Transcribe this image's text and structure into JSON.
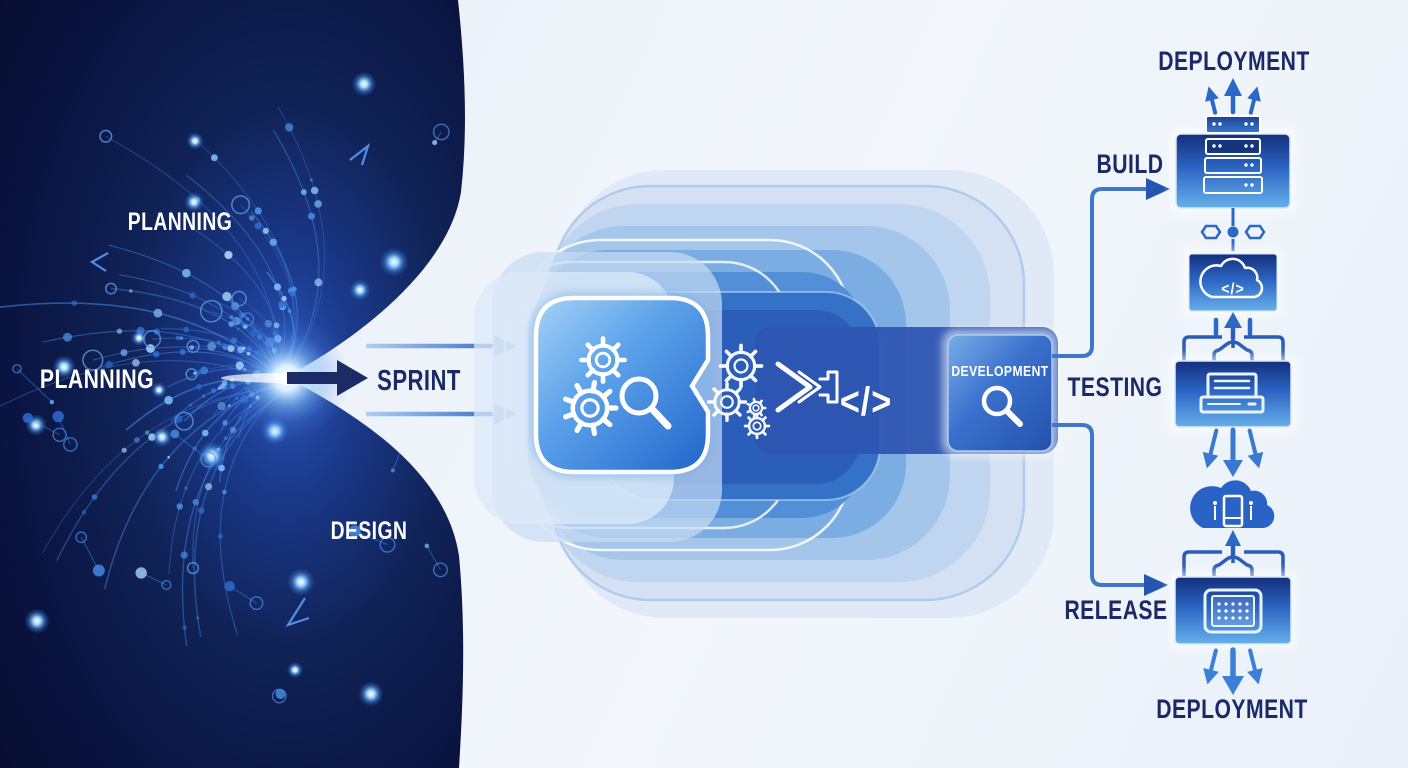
{
  "left_panel": {
    "planning_top": "PLANNING",
    "planning_mid": "PLANNING",
    "design": "DESIGN"
  },
  "flow": {
    "sprint": "SPRINT",
    "code_symbol": "</>",
    "development": "DEVELOPMENT"
  },
  "pipeline": {
    "deployment_top": "DEPLOYMENT",
    "build": "BUILD",
    "testing": "TESTING",
    "release": "RELEASE",
    "deployment_bottom": "DEPLOYMENT",
    "cloud_code_symbol": "</>"
  },
  "colors": {
    "panel_navy": "#0b1444",
    "label_navy": "#1b2a66",
    "accent_blue": "#2a64c4",
    "light_background": "#eef2fa",
    "white": "#ffffff"
  }
}
